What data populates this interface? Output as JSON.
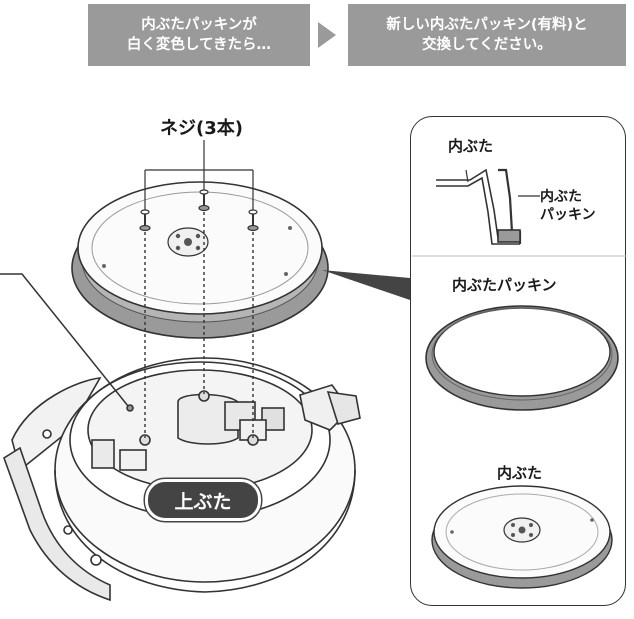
{
  "header": {
    "step1": {
      "line1": "内ぶたパッキンが",
      "line2": "白く変色してきたら…"
    },
    "step2": {
      "line1": "新しい内ぶたパッキン(有料)と",
      "line2": "交換してください。"
    }
  },
  "labels": {
    "screws": "ネジ(3本)",
    "upper_lid": "上ぶた",
    "inner_lid_top": "内ぶた",
    "gasket_short_line1": "内ぶた",
    "gasket_short_line2": "パッキン",
    "gasket_title": "内ぶたパッキン",
    "inner_lid_bottom": "内ぶた"
  },
  "colors": {
    "step_box": "#9a9a9a",
    "gasket": "#9a9a9a",
    "line": "#333333"
  }
}
